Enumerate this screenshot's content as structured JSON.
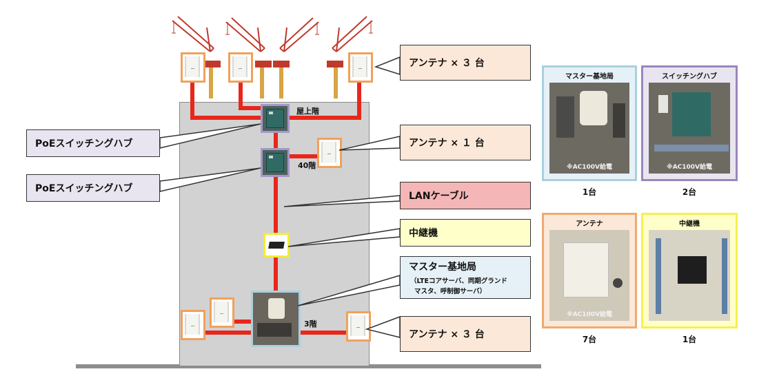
{
  "floors": {
    "rooftop": "屋上階",
    "floor40": "40階",
    "floor3": "3階"
  },
  "callouts": {
    "antenna_top": "アンテナ × ３ 台",
    "antenna_40": "アンテナ × １ 台",
    "antenna_3": "アンテナ × ３ 台",
    "poe1": "PoEスイッチングハブ",
    "poe2": "PoEスイッチングハブ",
    "lan": "LANケーブル",
    "repeater": "中継機",
    "master_title": "マスター基地局",
    "master_desc_1": "（LTEコアサーバ、同期グランド",
    "master_desc_2": "マスタ、呼制御サーバ）"
  },
  "legend": [
    {
      "title": "マスター基地局",
      "caption": "※AC100V給電",
      "count": "1台",
      "border": "#a9cfe0"
    },
    {
      "title": "スイッチングハブ",
      "caption": "※AC100V給電",
      "count": "2台",
      "border": "#9a86bd"
    },
    {
      "title": "アンテナ",
      "caption": "※AC100V給電",
      "count": "7台",
      "border": "#eeaa6f"
    },
    {
      "title": "中継機",
      "caption": "",
      "count": "1台",
      "border": "#f7f050"
    }
  ],
  "colors": {
    "cable": "#e8271b",
    "antenna_border": "#f0a15a",
    "hub_border": "#a697c6",
    "repeater_border": "#f3ec3a",
    "master_border": "#a9cfe0"
  }
}
